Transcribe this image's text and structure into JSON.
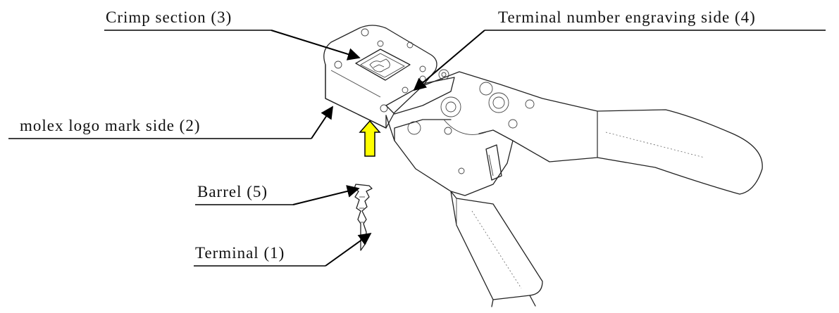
{
  "labels": {
    "crimp_section": "Crimp section (3)",
    "terminal_engraving": "Terminal number engraving side (4)",
    "molex_logo": "molex logo mark side (2)",
    "barrel": "Barrel (5)",
    "terminal": "Terminal (1)"
  },
  "colors": {
    "arrow_fill": "#FFFF00",
    "arrow_stroke": "#000000",
    "line": "#222222"
  },
  "icons": {
    "insert_arrow": "up-arrow-icon"
  }
}
